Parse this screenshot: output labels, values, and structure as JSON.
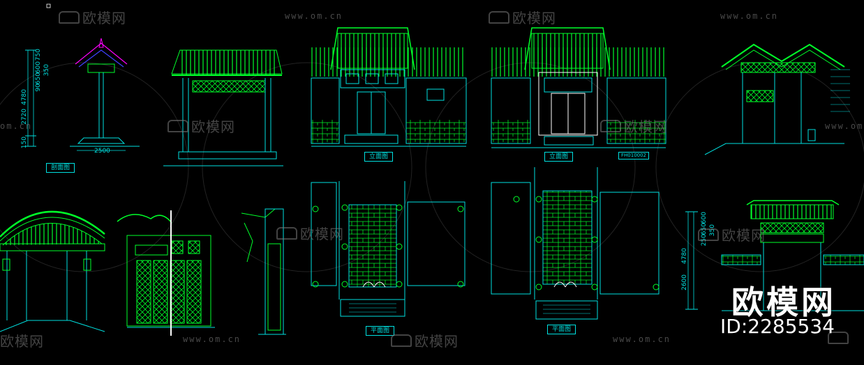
{
  "watermarks": {
    "logo_text": "欧模网",
    "url_text": "www.om.cn",
    "url_short": "om.cn",
    "big_text": "欧模网",
    "id_text": "ID:2285534"
  },
  "labels": {
    "section": "剖面图",
    "elevation": "立面图",
    "plan": "平面图",
    "tag": "FH010002"
  },
  "dimensions": {
    "left_height": "4780",
    "left_mid": "2720",
    "left_base": "150",
    "left_top_stack": [
      "90",
      "650",
      "600",
      "750"
    ],
    "left_350": "350",
    "left_width": "2500",
    "right_height": "4780",
    "right_mid": "2600",
    "right_top_stack": [
      "250",
      "650",
      "600"
    ],
    "right_350": "350"
  },
  "colors": {
    "background": "#000000",
    "green": "#00ff2a",
    "cyan": "#00e0e0",
    "magenta": "#ff00ff",
    "white": "#ffffff",
    "watermark": "#7a7a7a"
  }
}
